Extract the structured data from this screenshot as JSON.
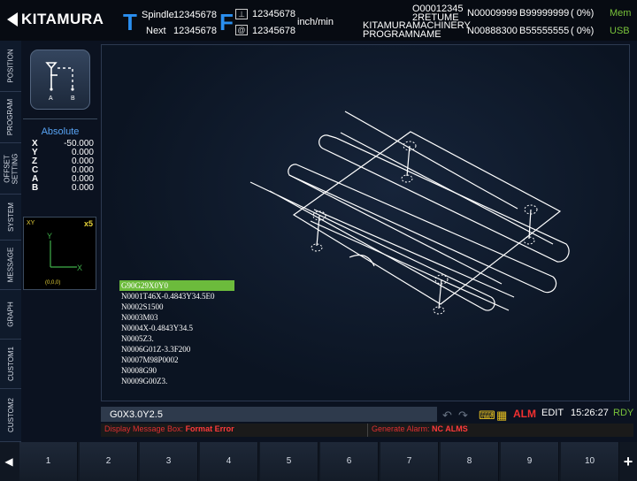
{
  "header": {
    "brand": "KITAMURA",
    "t_letter": "T",
    "f_letter": "F",
    "spindle_label": "Spindle",
    "spindle_value": "12345678",
    "next_label": "Next",
    "next_value": "12345678",
    "feed_value_1": "12345678",
    "feed_value_2": "12345678",
    "feed_unit": "inch/min",
    "prog_no": "O00012345",
    "prog_sub": "2RETUME",
    "machine": "KITAMURAMACHINERY",
    "prog_name": "PROGRAMNAME",
    "n1": "N00009999",
    "b1": "B99999999",
    "pct1": "(     0%)",
    "mode1": "Mem",
    "n2": "N00888300",
    "b2": "B55555555",
    "pct2": "(     0%)",
    "mode2": "USB",
    "accent": "#2a8ff0",
    "green": "#78c23a"
  },
  "tabs": [
    {
      "label": "POSITION"
    },
    {
      "label": "PROGRAM"
    },
    {
      "label": "OFFSET SETTING"
    },
    {
      "label": "SYSTEM"
    },
    {
      "label": "MESSAGE"
    },
    {
      "label": "GRAPH"
    },
    {
      "label": "CUSTOM1"
    },
    {
      "label": "CUSTOM2"
    }
  ],
  "left_panel": {
    "mode_icon": "path-a-to-b-icon",
    "icon_a": "A",
    "icon_b": "B",
    "coord_mode": "Absolute",
    "axes": [
      {
        "axis": "X",
        "value": "-50.000"
      },
      {
        "axis": "Y",
        "value": "0.000"
      },
      {
        "axis": "Z",
        "value": "0.000"
      },
      {
        "axis": "C",
        "value": "0.000"
      },
      {
        "axis": "A",
        "value": "0.000"
      },
      {
        "axis": "B",
        "value": "0.000"
      }
    ],
    "mini_view": {
      "plane": "XY",
      "zoom": "x5",
      "y_label": "Y",
      "x_label": "X",
      "origin": "(0,0,0)"
    }
  },
  "program_lines": [
    "G90G29X0Y0",
    "N0001T46X-0.4843Y34.5E0",
    "N0002S1500",
    "N0003M03",
    "N0004X-0.4843Y34.5",
    "N0005Z3.",
    "N0006G01Z-3.3F200",
    "N0007M98P0002",
    "N0008G90",
    "N0009G00Z3."
  ],
  "status": {
    "mdi_value": "G0X3.0Y2.5",
    "alarm": "ALM",
    "mode": "EDIT",
    "time": "15:26:27",
    "ready": "RDY",
    "message_label": "Display Message Box:",
    "message_value": "Format Error",
    "alarm_label": "Generate Alarm:",
    "alarm_value": "NC ALMS",
    "alarm_color": "#f03030"
  },
  "softkeys": [
    "1",
    "2",
    "3",
    "4",
    "5",
    "6",
    "7",
    "8",
    "9",
    "10"
  ],
  "softkey_nav": {
    "prev": "◀",
    "next": "+"
  }
}
